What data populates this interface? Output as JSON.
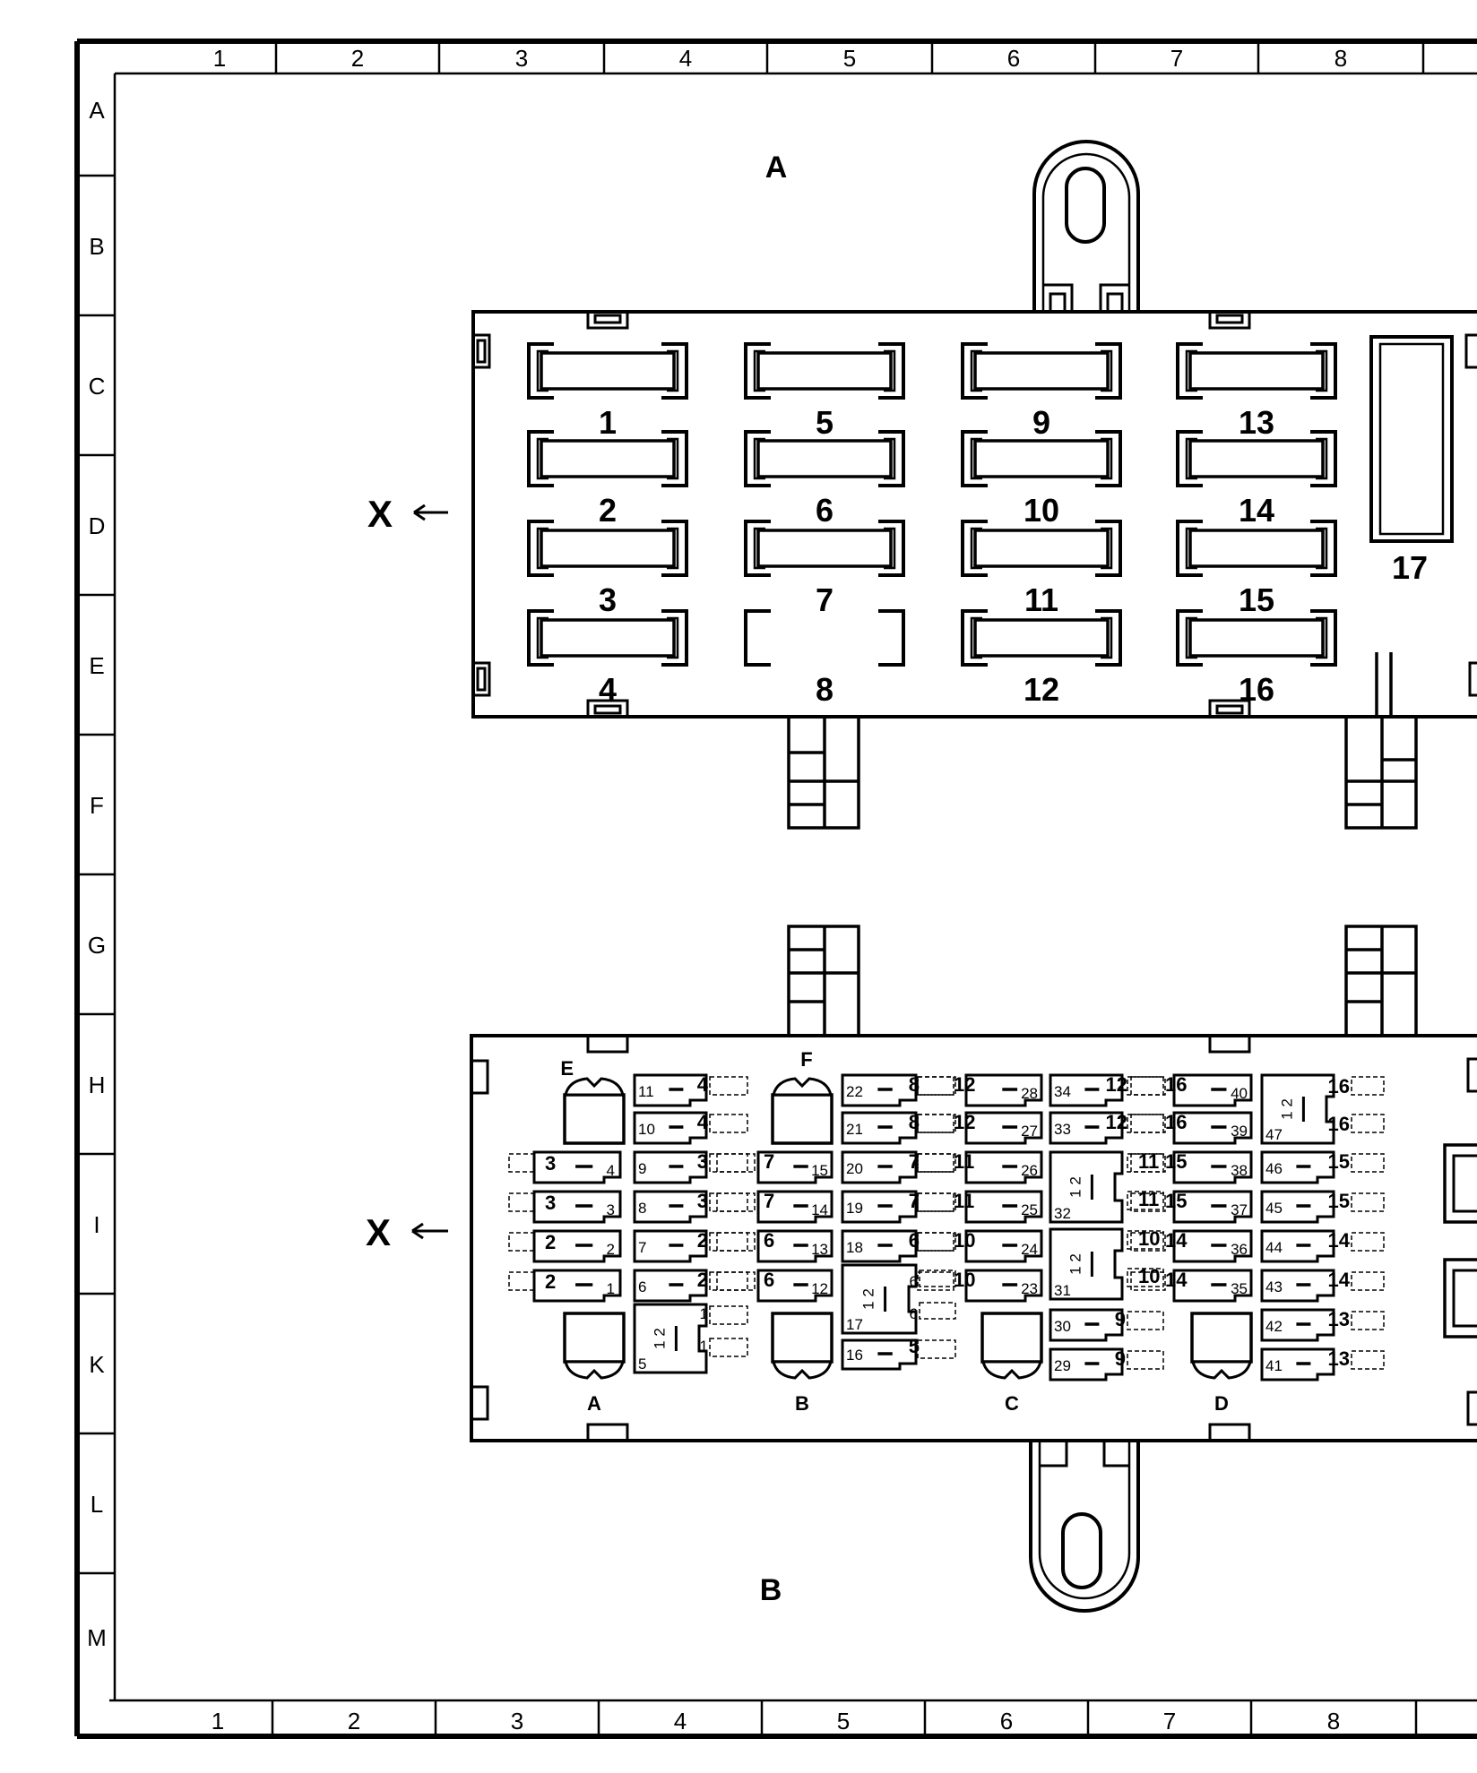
{
  "frame": {
    "columns": [
      "1",
      "2",
      "3",
      "4",
      "5",
      "6",
      "7",
      "8"
    ],
    "rows": [
      "A",
      "B",
      "C",
      "D",
      "E",
      "F",
      "G",
      "H",
      "I",
      "K",
      "L",
      "M"
    ]
  },
  "top_view": {
    "title": "A",
    "arrow_label": "X",
    "fuse_labels": [
      "1",
      "2",
      "3",
      "4",
      "5",
      "6",
      "7",
      "8",
      "9",
      "10",
      "11",
      "12",
      "13",
      "14",
      "15",
      "16"
    ],
    "relay_label": "17"
  },
  "bottom_view": {
    "title": "B",
    "arrow_label": "X",
    "connectors_top": [
      "E",
      "F"
    ],
    "connectors_bottom": [
      "A",
      "B",
      "C",
      "D"
    ],
    "col1": {
      "rows": [
        {
          "left": "3",
          "right": "4"
        },
        {
          "left": "3",
          "right": "3"
        },
        {
          "left": "2",
          "right": "2"
        },
        {
          "left": "2",
          "right": "1"
        }
      ]
    },
    "col2": {
      "rows": [
        {
          "slot": "11",
          "term": "4"
        },
        {
          "slot": "10",
          "term": "4"
        },
        {
          "slot": "9",
          "term": "3"
        },
        {
          "slot": "8",
          "term": "3"
        },
        {
          "slot": "7",
          "term": "2"
        },
        {
          "slot": "6",
          "term": "2"
        }
      ],
      "relay": {
        "slot": "5",
        "top": "1",
        "bottom": "1"
      }
    },
    "col3": {
      "rows": [
        {
          "left": "7",
          "right": "15"
        },
        {
          "left": "7",
          "right": "14"
        },
        {
          "left": "6",
          "right": "13"
        },
        {
          "left": "6",
          "right": "12"
        }
      ]
    },
    "col4": {
      "rows": [
        {
          "slot": "22",
          "term": "8"
        },
        {
          "slot": "21",
          "term": "8"
        },
        {
          "slot": "20",
          "term": "7"
        },
        {
          "slot": "19",
          "term": "7"
        },
        {
          "slot": "18",
          "term": "6"
        }
      ],
      "relay": {
        "slot": "17",
        "top": "6",
        "bottom": "6"
      },
      "last": {
        "slot": "16",
        "term": "5"
      }
    },
    "col5": {
      "rows": [
        {
          "left": "12",
          "right": "28"
        },
        {
          "left": "12",
          "right": "27"
        },
        {
          "left": "11",
          "right": "26"
        },
        {
          "left": "11",
          "right": "25"
        },
        {
          "left": "10",
          "right": "24"
        },
        {
          "left": "10",
          "right": "23"
        }
      ]
    },
    "col6": {
      "top_rows": [
        {
          "slot": "34",
          "term": "12"
        },
        {
          "slot": "33",
          "term": "12"
        }
      ],
      "relays": [
        {
          "slot": "32",
          "top": "11",
          "bottom": "11"
        },
        {
          "slot": "31",
          "top": "10",
          "bottom": "10"
        }
      ],
      "bottom_rows": [
        {
          "slot": "30",
          "term": "9"
        },
        {
          "slot": "29",
          "term": "9"
        }
      ]
    },
    "col7": {
      "rows": [
        {
          "left": "16",
          "right": "40"
        },
        {
          "left": "16",
          "right": "39"
        },
        {
          "left": "15",
          "right": "38"
        },
        {
          "left": "15",
          "right": "37"
        },
        {
          "left": "14",
          "right": "36"
        },
        {
          "left": "14",
          "right": "35"
        }
      ]
    },
    "col8": {
      "relay": {
        "slot": "47",
        "top": "16",
        "bottom": "16"
      },
      "rows": [
        {
          "slot": "46",
          "term": "15"
        },
        {
          "slot": "45",
          "term": "15"
        },
        {
          "slot": "44",
          "term": "14"
        },
        {
          "slot": "43",
          "term": "14"
        },
        {
          "slot": "42",
          "term": "13"
        },
        {
          "slot": "41",
          "term": "13"
        }
      ]
    },
    "relay_glyph": "1 2"
  }
}
